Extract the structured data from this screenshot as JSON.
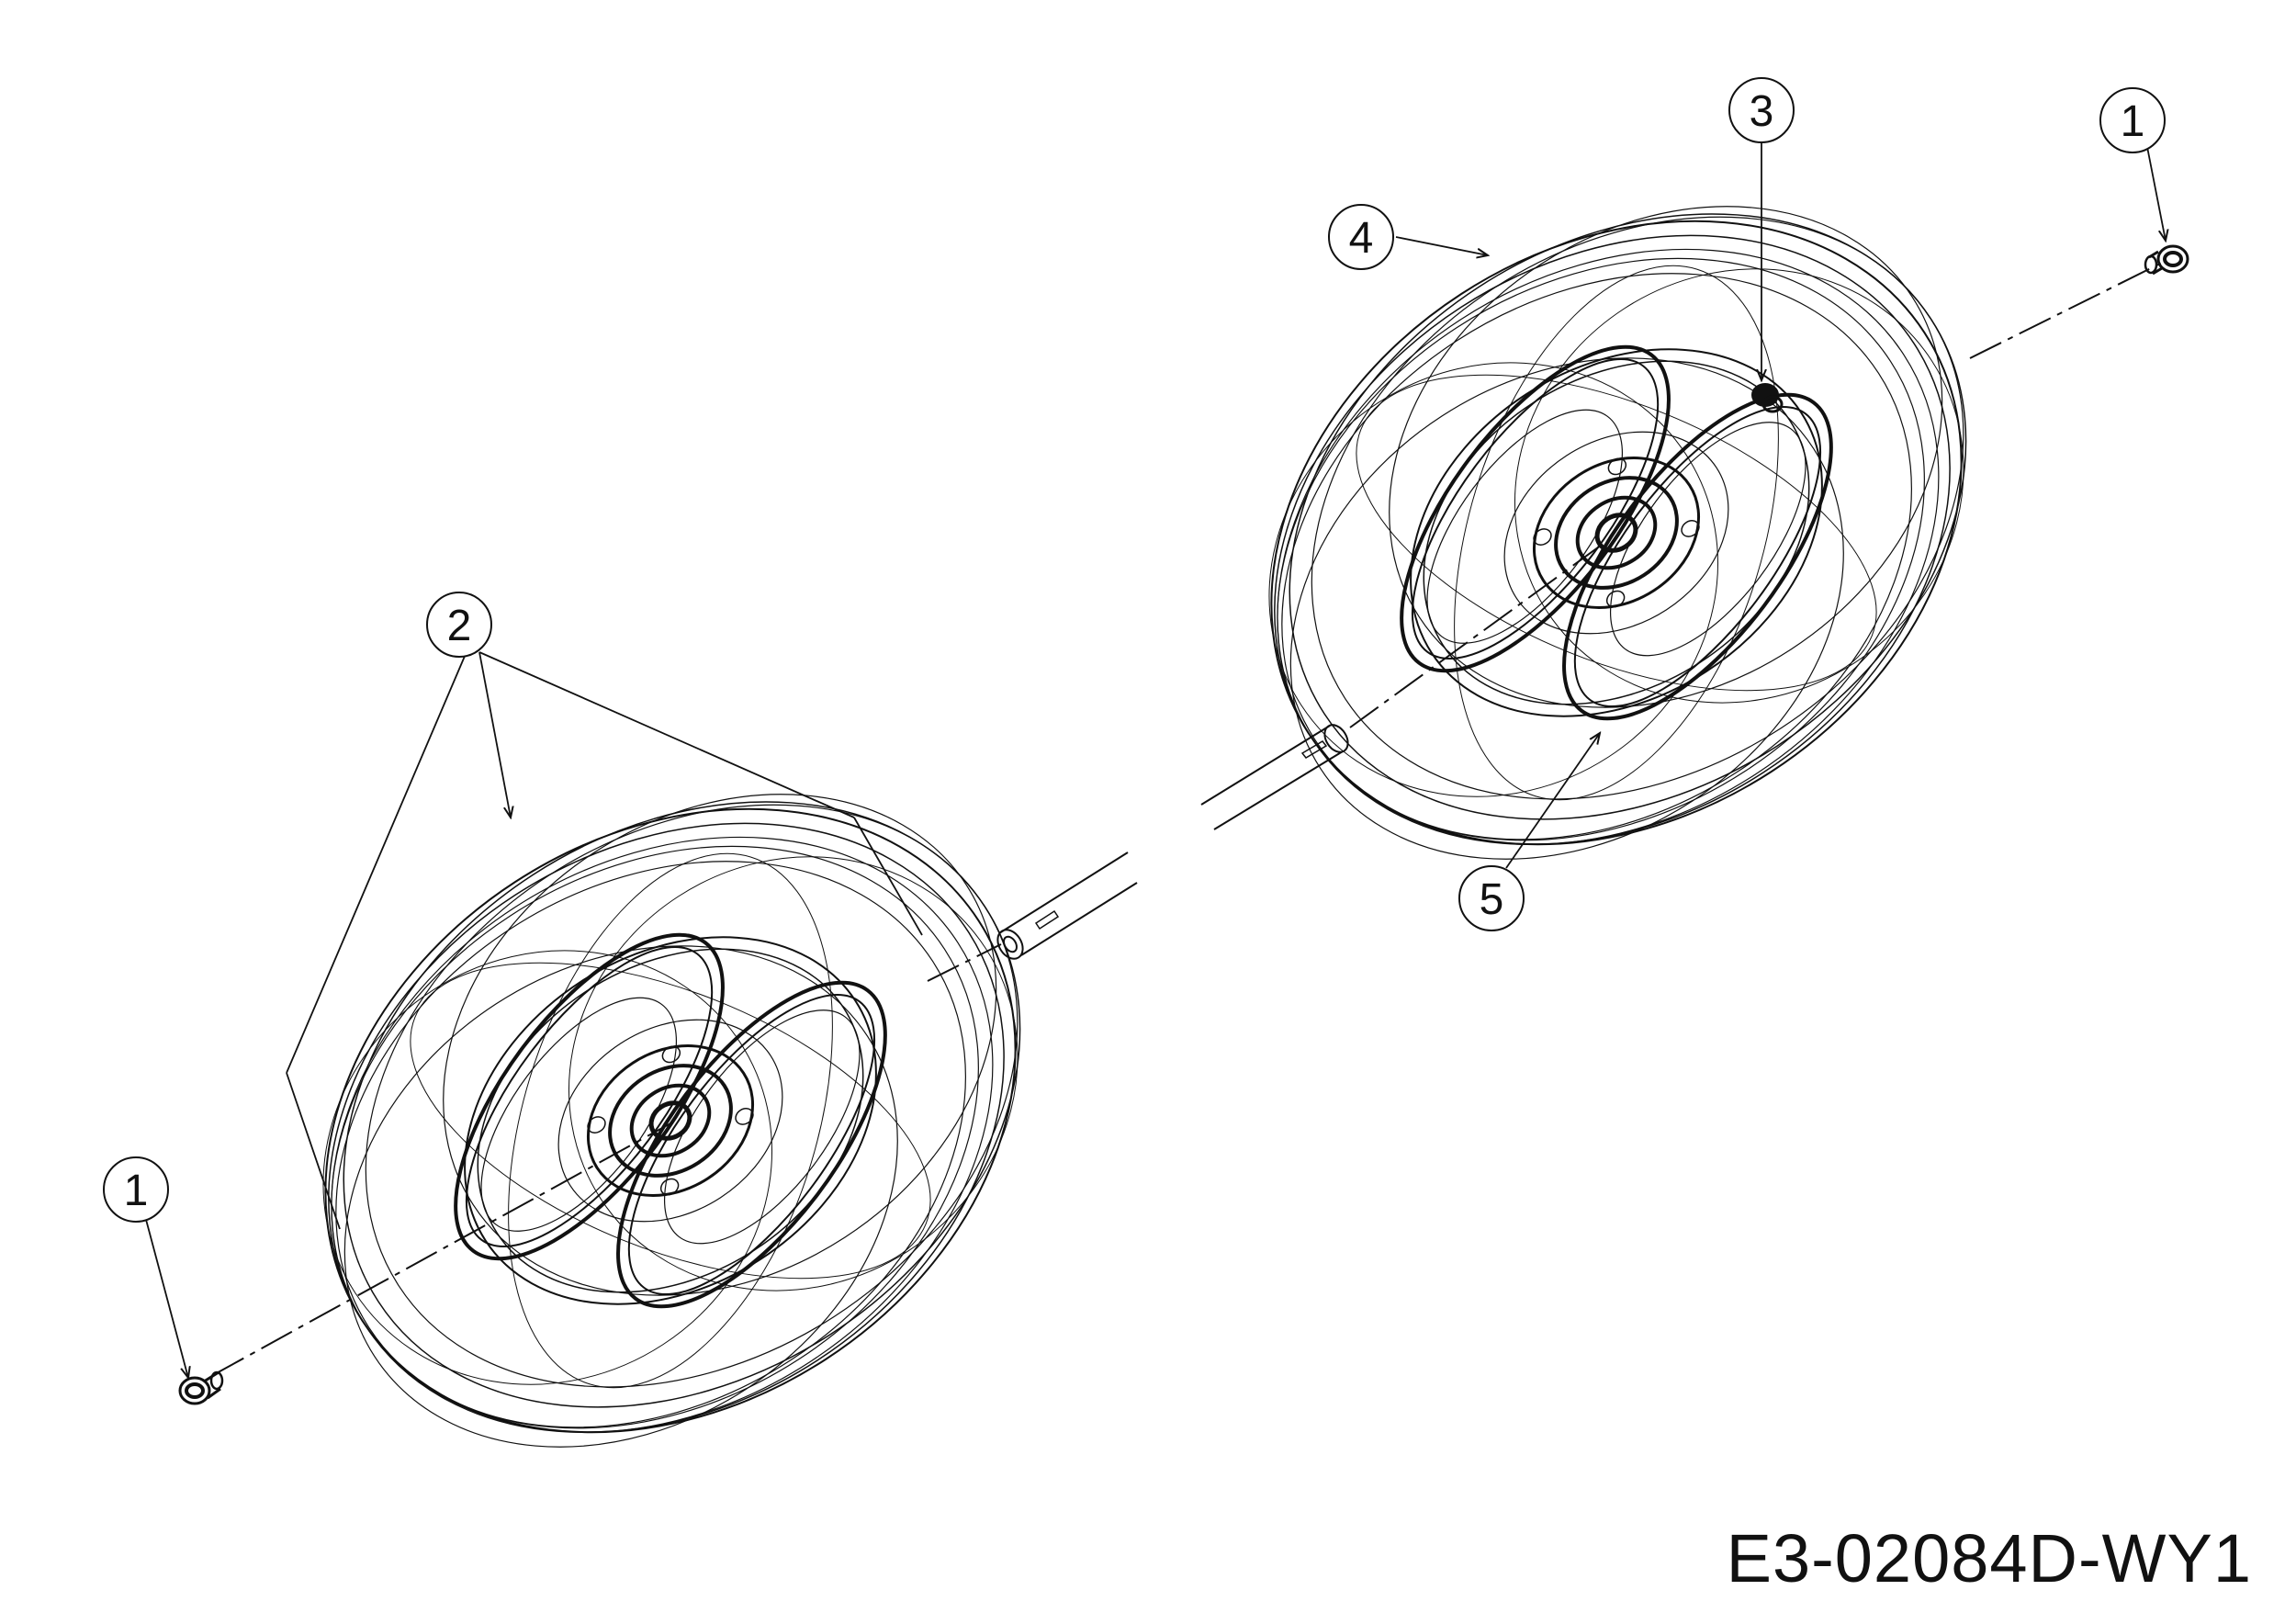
{
  "drawing_code": "E3-02084D-WY1",
  "callouts": {
    "c1_left": "1",
    "c1_right": "1",
    "c2": "2",
    "c3": "3",
    "c4": "4",
    "c5": "5"
  },
  "colors": {
    "line": "#111111",
    "background": "#ffffff"
  }
}
